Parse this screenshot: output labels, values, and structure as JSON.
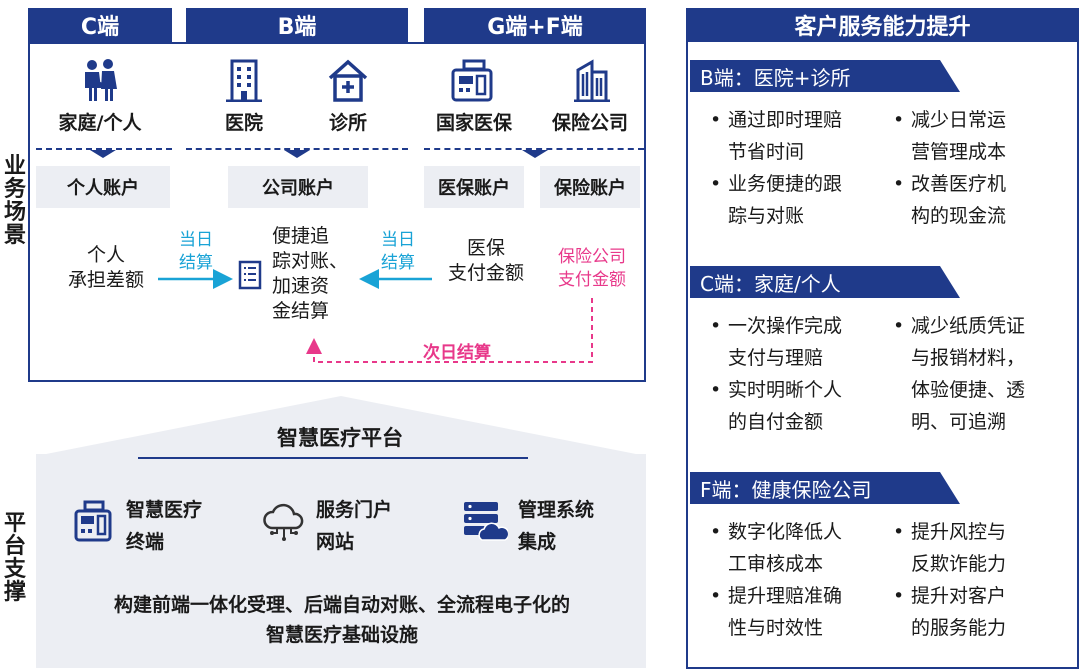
{
  "colors": {
    "navy": "#1f3a8a",
    "cyan": "#19a3d6",
    "pink": "#e8388a",
    "panel_gray": "#eceef3"
  },
  "left_labels": {
    "scenario": "业务场景",
    "platform": "平台支撑"
  },
  "headers": {
    "c": "C端",
    "b": "B端",
    "gf": "G端+F端"
  },
  "entities": {
    "family": {
      "label": "家庭/个人",
      "icon": "family-icon"
    },
    "hospital": {
      "label": "医院",
      "icon": "hospital-icon"
    },
    "clinic": {
      "label": "诊所",
      "icon": "clinic-icon"
    },
    "national": {
      "label": "国家医保",
      "icon": "national-insurance-icon"
    },
    "insurer": {
      "label": "保险公司",
      "icon": "insurance-company-icon"
    }
  },
  "accounts": {
    "personal": "个人账户",
    "company": "公司账户",
    "medical": "医保账户",
    "insurance": "保险账户"
  },
  "flow": {
    "personal_line1": "个人",
    "personal_line2": "承担差额",
    "same_day_left_1": "当日",
    "same_day_left_2": "结算",
    "center_1": "便捷追",
    "center_2": "踪对账、",
    "center_3": "加速资",
    "center_4": "金结算",
    "same_day_right_1": "当日",
    "same_day_right_2": "结算",
    "medical_pay_1": "医保",
    "medical_pay_2": "支付金额",
    "insurer_pay_1": "保险公司",
    "insurer_pay_2": "支付金额",
    "next_day": "次日结算"
  },
  "platform": {
    "title": "智慧医疗平台",
    "items": [
      {
        "line1": "智慧医疗",
        "line2": "终端",
        "icon": "terminal-icon"
      },
      {
        "line1": "服务门户",
        "line2": "网站",
        "icon": "cloud-icon"
      },
      {
        "line1": "管理系统",
        "line2": "集成",
        "icon": "saas-server-icon"
      }
    ],
    "desc_1": "构建前端一体化受理、后端自动对账、全流程电子化的",
    "desc_2": "智慧医疗基础设施"
  },
  "right_panel": {
    "title": "客户服务能力提升",
    "sections": [
      {
        "title": "B端：医院+诊所",
        "left": [
          "通过即时理赔",
          "节省时间",
          "业务便捷的跟",
          "踪与对账"
        ],
        "right": [
          "减少日常运",
          "营管理成本",
          "改善医疗机",
          "构的现金流"
        ]
      },
      {
        "title": "C端：家庭/个人",
        "left": [
          "一次操作完成",
          "支付与理赔",
          "实时明晰个人",
          "的自付金额"
        ],
        "right": [
          "减少纸质凭证",
          "与报销材料，",
          "体验便捷、透",
          "明、可追溯"
        ]
      },
      {
        "title": "F端：健康保险公司",
        "left": [
          "数字化降低人",
          "工审核成本",
          "提升理赔准确",
          "性与时效性"
        ],
        "right": [
          "提升风控与",
          "反欺诈能力",
          "提升对客户",
          "的服务能力"
        ]
      }
    ],
    "bullet": "•"
  }
}
